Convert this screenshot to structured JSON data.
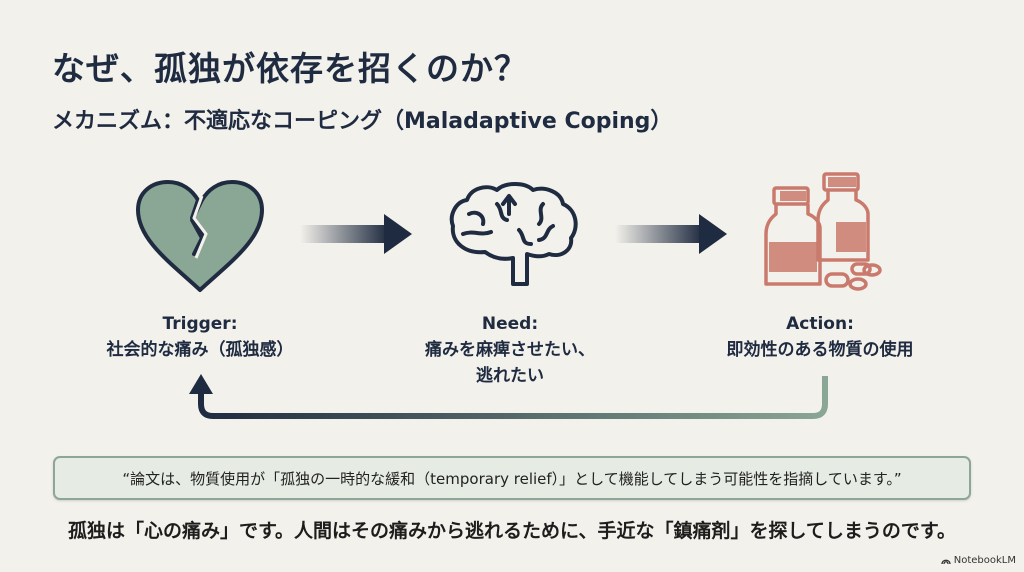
{
  "title": "なぜ、孤独が依存を招くのか？",
  "subtitle": "メカニズム：不適応なコーピング（Maladaptive Coping）",
  "steps": [
    {
      "heading": "Trigger:",
      "text": "社会的な痛み（孤独感）",
      "icon": "broken-heart-icon"
    },
    {
      "heading": "Need:",
      "text": "痛みを麻痺させたい、",
      "text2": "逃れたい",
      "icon": "brain-icon"
    },
    {
      "heading": "Action:",
      "text": "即効性のある物質の使用",
      "icon": "medicine-bottles-icon"
    }
  ],
  "quote": "“論文は、物質使用が「孤独の一時的な緩和（temporary relief）」として機能してしまう可能性を指摘しています。”",
  "summary": "孤独は「心の痛み」です。人間はその痛みから逃れるために、手近な「鎮痛剤」を探してしまうのです。",
  "brand": "NotebookLM",
  "colors": {
    "navy": "#1f2b40",
    "sage": "#8aa694",
    "terracotta": "#c97a6c",
    "background": "#f3f1eb"
  }
}
